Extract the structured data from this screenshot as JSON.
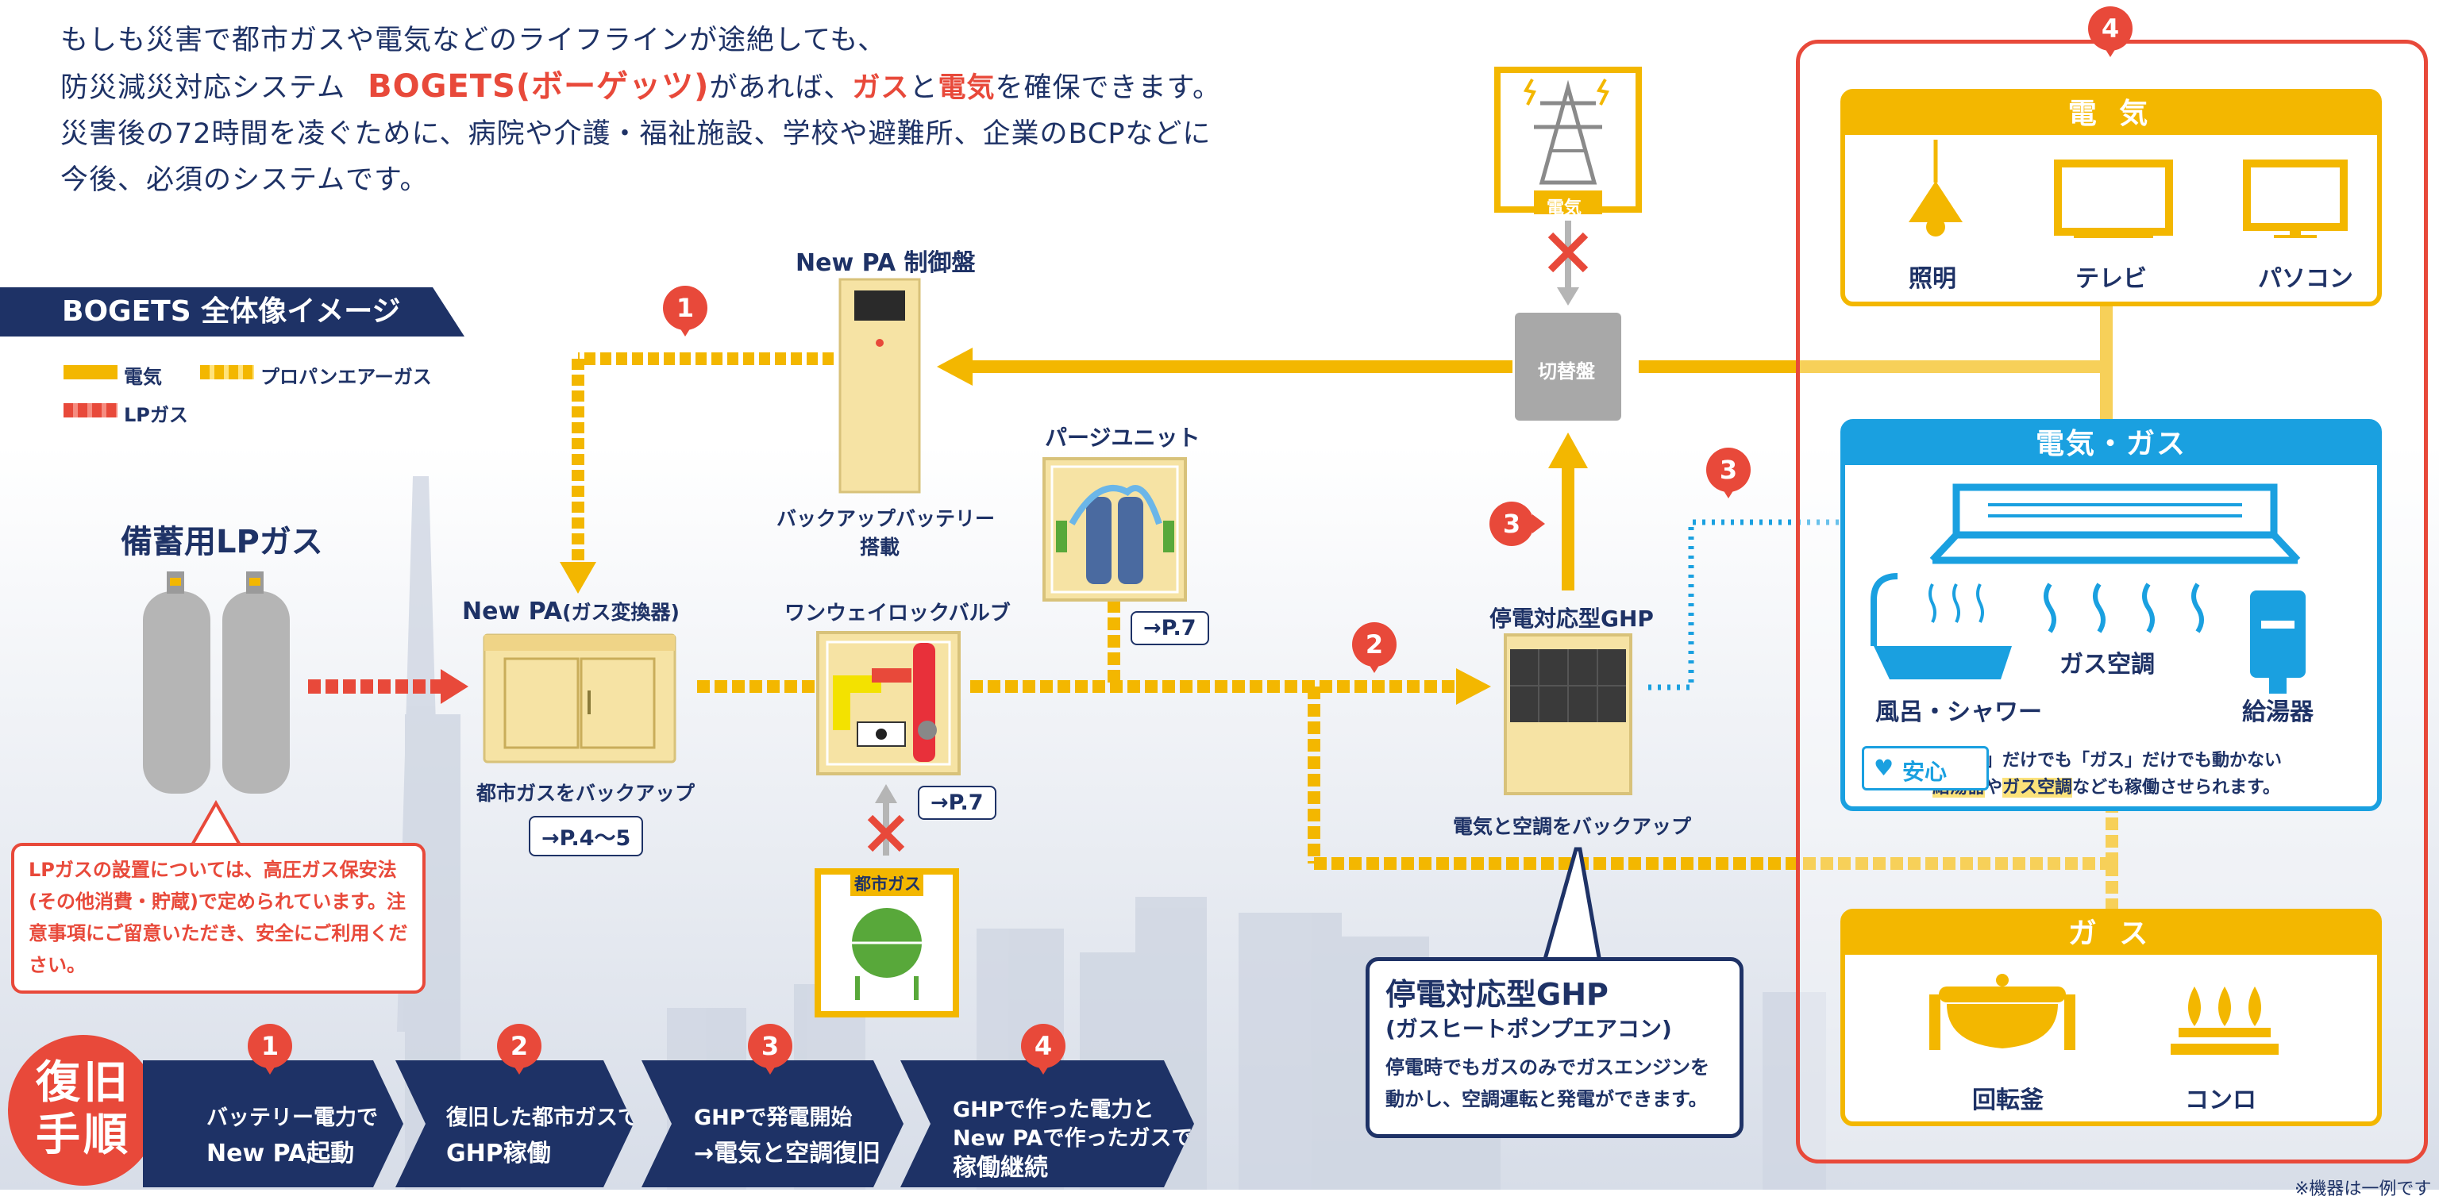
{
  "intro": {
    "line1": "もしも災害で都市ガスや電気などのライフラインが途絶しても、",
    "line2_a": "防災減災対応システム",
    "line2_b": "BOGETS(ボーゲッツ)",
    "line2_c": "があれば、",
    "line2_d": "ガス",
    "line2_e": "と",
    "line2_f": "電気",
    "line2_g": "を確保できます。",
    "line3": "災害後の72時間を凌ぐために、病院や介護・福祉施設、学校や避難所、企業のBCPなどに",
    "line4": "今後、必須のシステムです。"
  },
  "banner": "BOGETS 全体像イメージ",
  "legend": {
    "electric": "電気",
    "propane_air": "プロパンエアーガス",
    "lp": "LPガス"
  },
  "components": {
    "lp_storage": "備蓄用LPガス",
    "control_panel": "New PA 制御盤",
    "control_panel_note_1": "バックアップバッテリー",
    "control_panel_note_2": "搭載",
    "purge_unit": "パージユニット",
    "purge_ref": "→P.7",
    "newpa_title": "New PA",
    "newpa_sub": "(ガス変換器)",
    "newpa_note": "都市ガスをバックアップ",
    "newpa_ref": "→P.4〜5",
    "valve": "ワンウェイロックバルブ",
    "valve_ref": "→P.7",
    "city_gas": "都市ガス",
    "power_tower_label": "電気",
    "switchboard": "切替盤",
    "ghp": "停電対応型GHP",
    "ghp_note": "電気と空調をバックアップ"
  },
  "lp_note": "LPガスの設置については、高圧ガス保安法(その他消費・貯蔵)で定められています。注意事項にご留意いただき、安全にご利用ください。",
  "ghp_box": {
    "title": "停電対応型GHP",
    "sub": "(ガスヒートポンプエアコン)",
    "desc_1": "停電時でもガスのみでガスエンジンを",
    "desc_2": "動かし、空調運転と発電ができます。"
  },
  "right_panel": {
    "number": "4",
    "electric": {
      "title": "電 気",
      "items": [
        "照明",
        "テレビ",
        "パソコン"
      ]
    },
    "electric_gas": {
      "title": "電気・ガス",
      "items": [
        "風呂・シャワー",
        "ガス空調",
        "給湯器"
      ],
      "anzen": "安心",
      "note_1": "「電気」だけでも「ガス」だけでも動かない",
      "note_2a": "給湯器",
      "note_2b": "や",
      "note_2c": "ガス空調",
      "note_2d": "なども稼働させられます。"
    },
    "gas": {
      "title": "ガ ス",
      "items": [
        "回転釜",
        "コンロ"
      ]
    }
  },
  "markers": {
    "m1": "1",
    "m2": "2",
    "m3a": "3",
    "m3b": "3"
  },
  "recovery_title_1": "復旧",
  "recovery_title_2": "手順",
  "steps": [
    {
      "num": "1",
      "line1": "バッテリー電力で",
      "line2": "New PA起動"
    },
    {
      "num": "2",
      "line1": "復旧した都市ガスで",
      "line2": "GHP稼働"
    },
    {
      "num": "3",
      "line1": "GHPで発電開始",
      "line2": "→電気と空調復旧"
    },
    {
      "num": "4",
      "line1": "GHPで作った電力と",
      "line1b": "New PAで作ったガスで",
      "line2": "稼働継続"
    }
  ],
  "footnote": "※機器は一例です",
  "colors": {
    "navy": "#1e3266",
    "red": "#e8493a",
    "yellow": "#f3b700",
    "blue": "#1aa0e0",
    "gray": "#b5b5b5"
  }
}
